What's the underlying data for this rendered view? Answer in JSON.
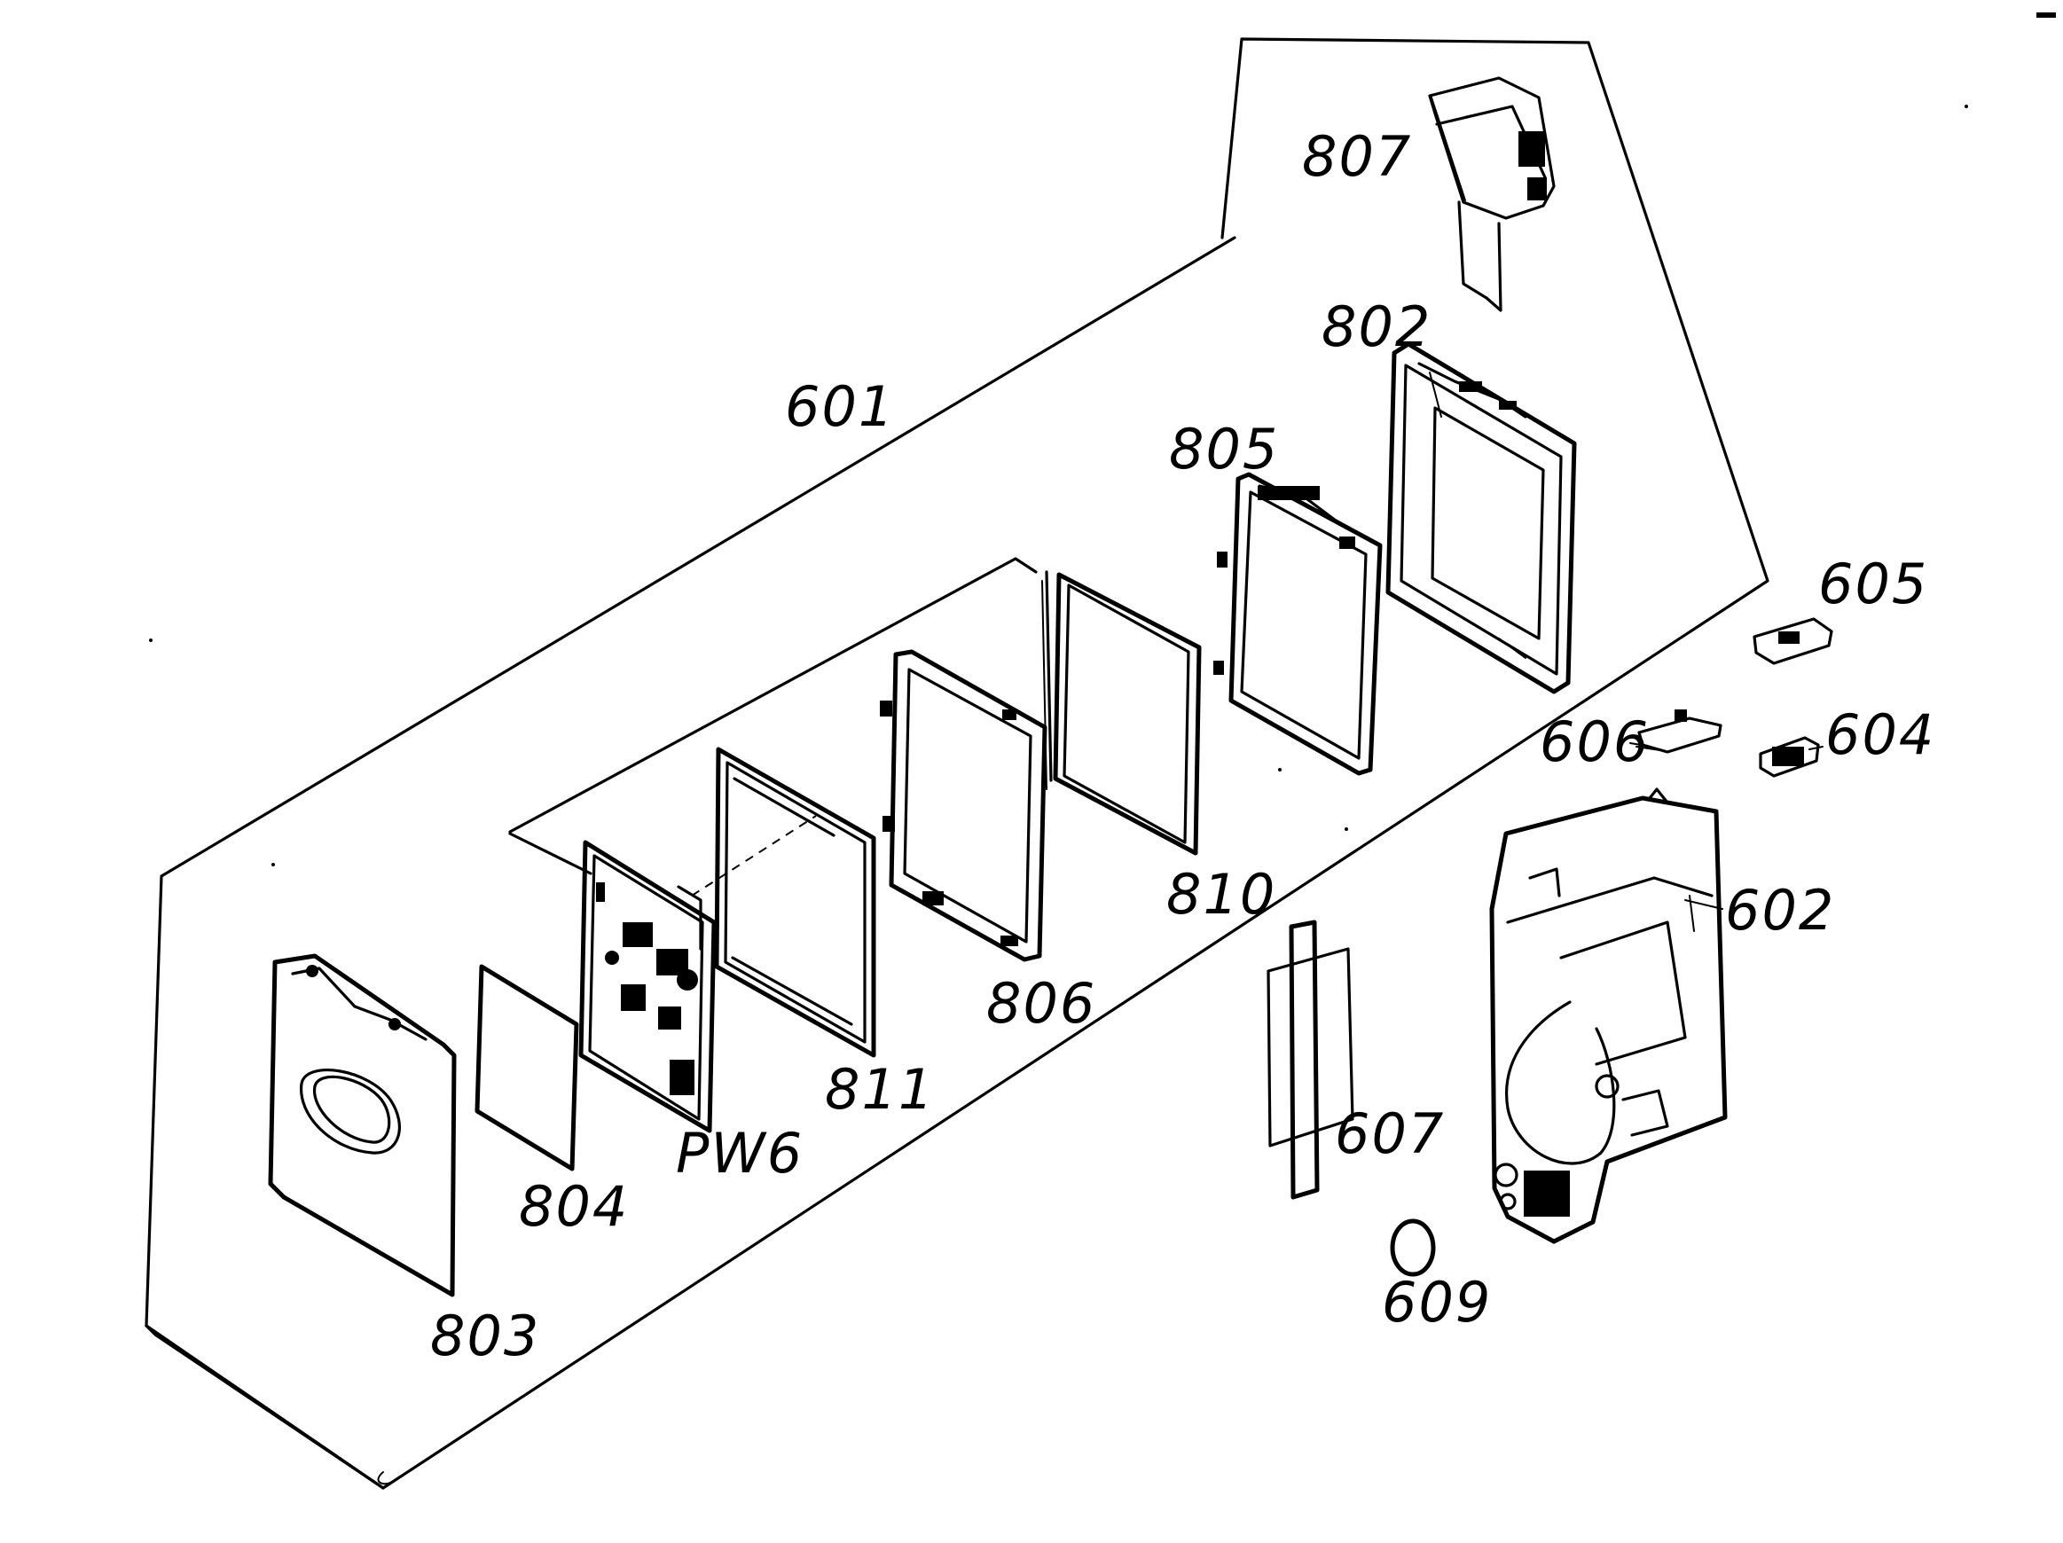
{
  "diagram": {
    "part_labels": {
      "p601": "601",
      "p807": "807",
      "p802": "802",
      "p805": "805",
      "p605": "605",
      "p606": "606",
      "p604": "604",
      "p602": "602",
      "p810": "810",
      "p806": "806",
      "p811": "811",
      "pPW6": "PW6",
      "p804": "804",
      "p803": "803",
      "p607": "607",
      "p609": "609"
    }
  }
}
